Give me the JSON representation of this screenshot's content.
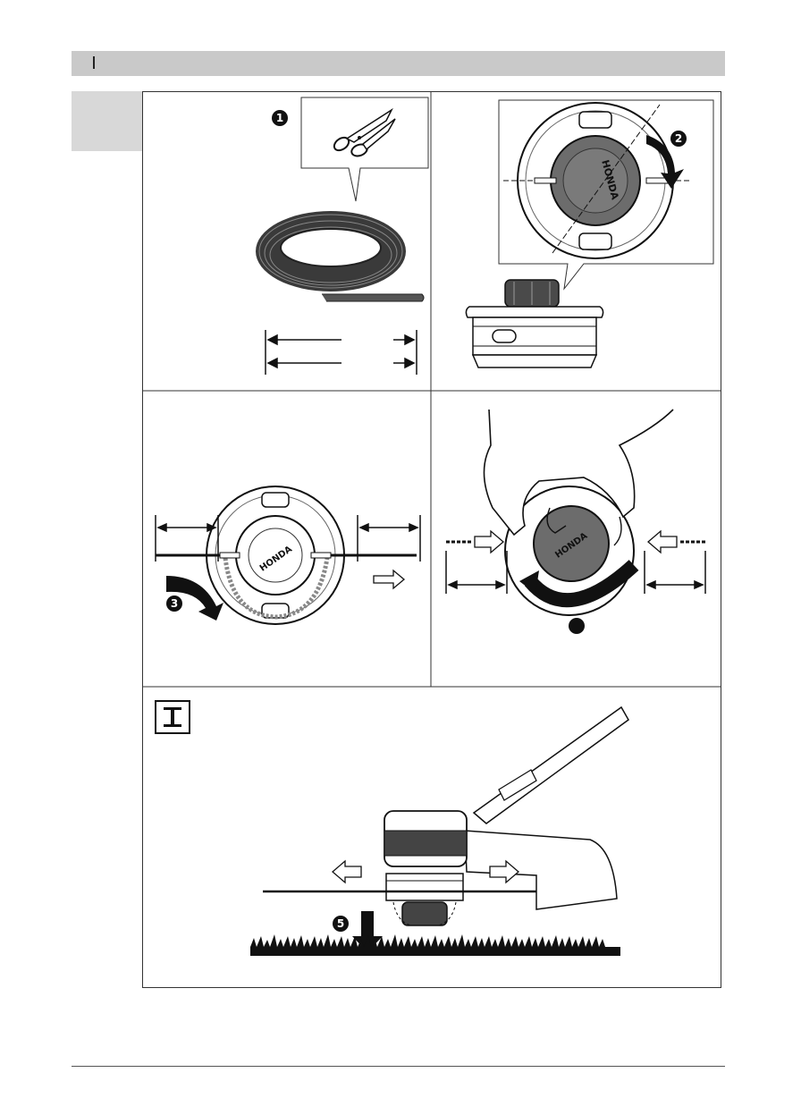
{
  "page": {
    "header_bar_color": "#c9c9c9",
    "side_tab_color": "#d8d8d8"
  },
  "panels": {
    "p1": {
      "step": "1",
      "icon": "scissors-icon",
      "object": "trimmer-line-coil"
    },
    "p2": {
      "step": "2",
      "knob_brand": "HONDA",
      "icon": "rotate-arrow-icon"
    },
    "p3": {
      "step": "3",
      "knob_brand": "HONDA",
      "icon": "curved-arrow-icon"
    },
    "p4": {
      "step": "",
      "knob_brand": "HONDA",
      "icon": "hand-icon"
    },
    "p5": {
      "step": "5",
      "icon": "down-arrow-icon",
      "mark_icon": "tap-symbol-icon"
    }
  }
}
